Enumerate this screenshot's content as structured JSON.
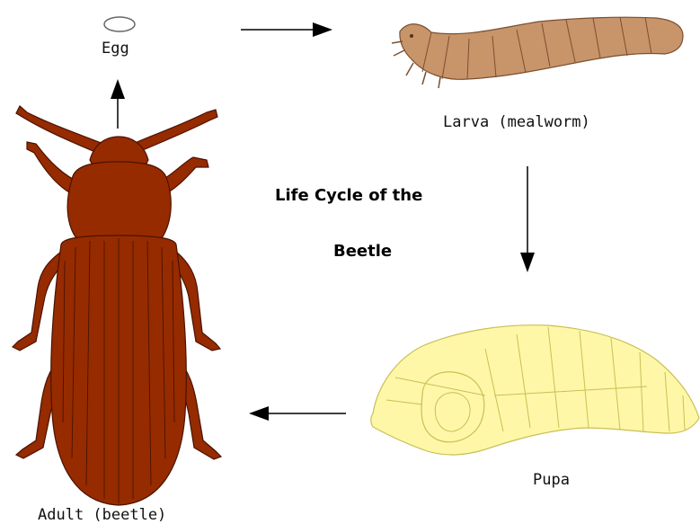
{
  "diagram": {
    "title_line1": "Life Cycle of the",
    "title_line2": "Beetle",
    "stages": {
      "egg": "Egg",
      "larva": "Larva (mealworm)",
      "pupa": "Pupa",
      "adult": "Adult (beetle)"
    },
    "colors": {
      "egg_outline": "#666666",
      "larva_fill": "#c8946a",
      "larva_stroke": "#7a5030",
      "pupa_fill": "#fff7a8",
      "pupa_stroke": "#c9bf55",
      "beetle_fill": "#962b00",
      "beetle_stroke": "#4a1200",
      "arrow": "#000000"
    },
    "arrows": [
      "egg-to-larva",
      "larva-to-pupa",
      "pupa-to-adult",
      "adult-to-egg"
    ]
  }
}
